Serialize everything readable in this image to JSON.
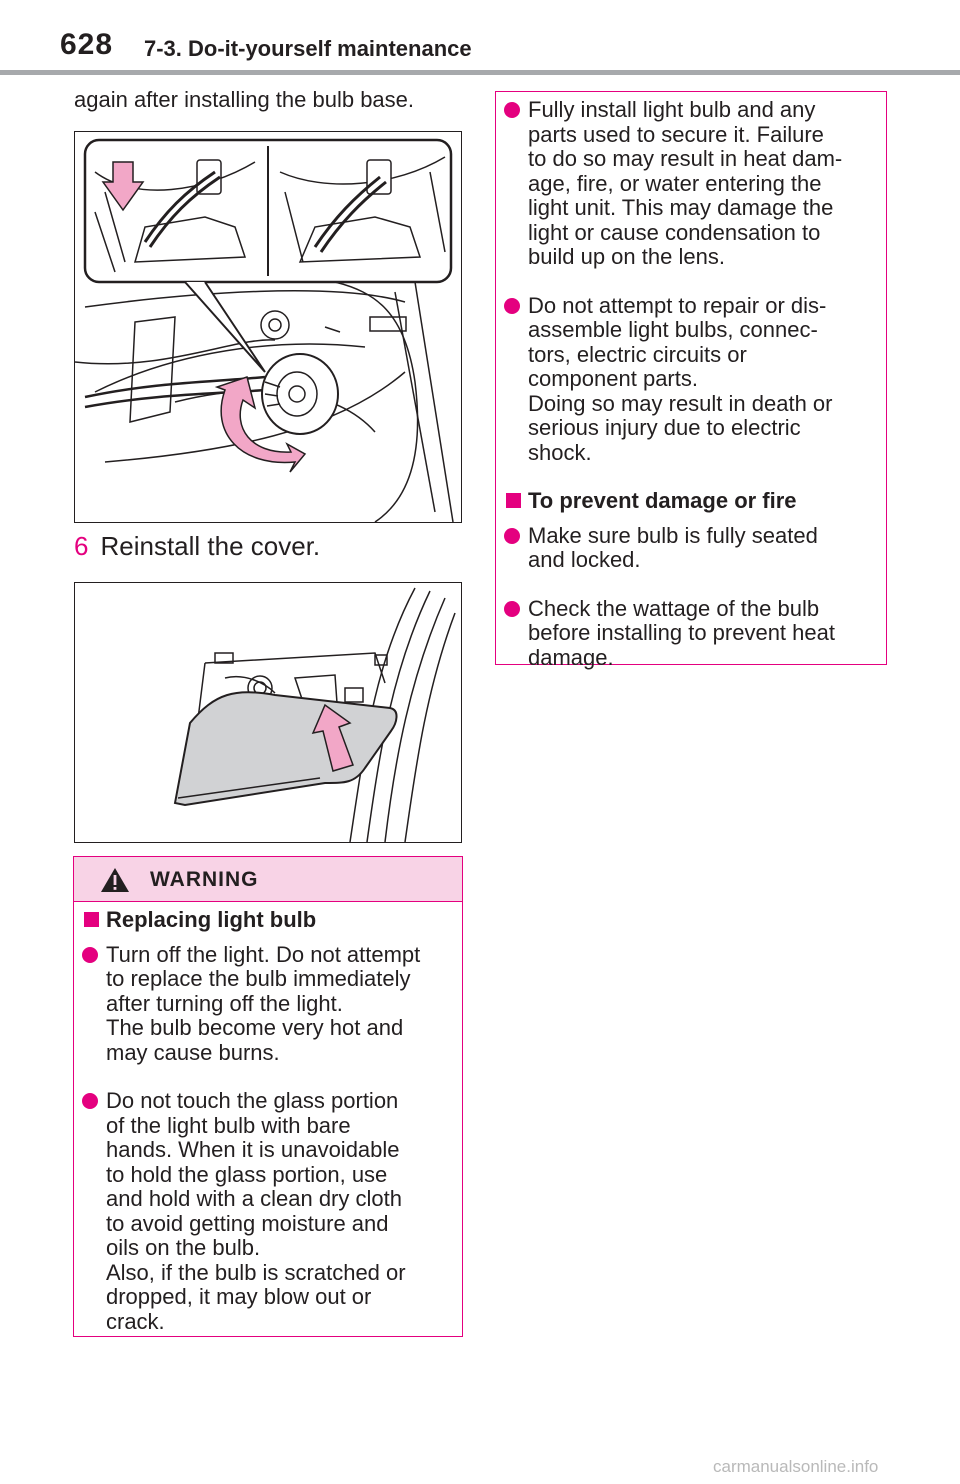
{
  "header": {
    "page_number": "628",
    "section": "7-3. Do-it-yourself maintenance"
  },
  "intro_text": "again after installing the bulb base.",
  "step": {
    "number": "6",
    "text": "Reinstall the cover."
  },
  "warning": {
    "title": "WARNING",
    "subheading": "Replacing light bulb",
    "items": [
      [
        "Turn off the light. Do not attempt",
        "to replace the bulb immediately",
        "after turning off the light.",
        "The bulb become very hot and",
        "may cause burns."
      ],
      [
        "Do not touch the glass portion",
        "of the light bulb with bare",
        "hands. When it is unavoidable",
        "to hold the glass portion, use",
        "and hold with a clean dry cloth",
        "to avoid getting moisture and",
        "oils on the bulb.",
        "Also, if the bulb is scratched or",
        "dropped, it may blow out or",
        "crack."
      ]
    ]
  },
  "continued": {
    "items_a": [
      [
        "Fully install light bulb and any",
        "parts used to secure it. Failure",
        "to do so may result in heat dam-",
        "age, fire, or water entering the",
        "light unit. This may damage the",
        "light or cause condensation to",
        "build up on the lens."
      ],
      [
        "Do not attempt to repair or dis-",
        "assemble light bulbs, connec-",
        "tors, electric circuits or",
        "component parts.",
        "Doing so may result in death or",
        "serious injury due to electric",
        "shock."
      ]
    ],
    "subheading": "To prevent damage or fire",
    "items_b": [
      [
        "Make sure bulb is fully seated",
        "and locked."
      ],
      [
        "Check the wattage of the bulb",
        "before installing to prevent heat",
        "damage."
      ]
    ]
  },
  "watermark": "carmanualsonline.info",
  "colors": {
    "accent": "#e4007f",
    "warning_fill": "#f8d3e6",
    "rule": "#a7a9ac"
  }
}
